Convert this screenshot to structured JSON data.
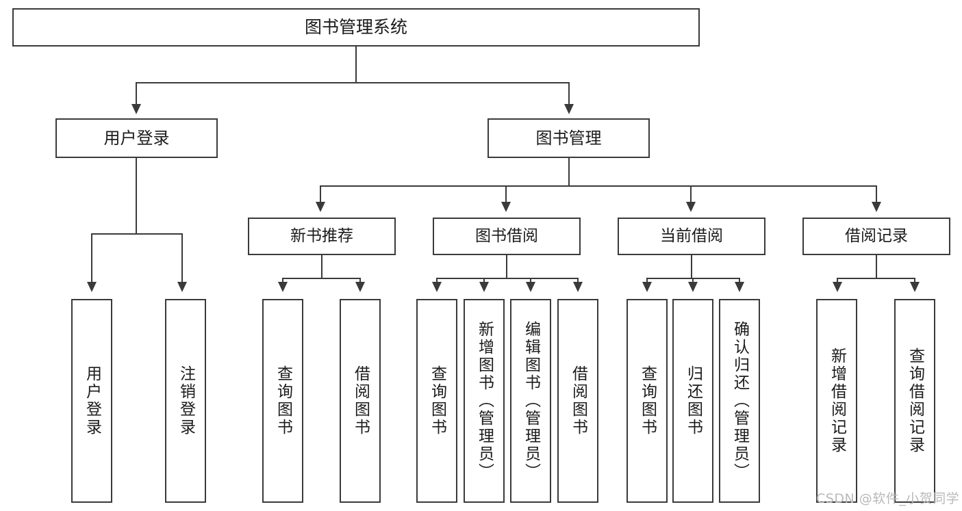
{
  "diagram": {
    "title": "图书管理系统",
    "type": "tree",
    "root": {
      "label": "图书管理系统"
    },
    "level2": [
      {
        "label": "用户登录"
      },
      {
        "label": "图书管理"
      }
    ],
    "level3": [
      {
        "label": "新书推荐"
      },
      {
        "label": "图书借阅"
      },
      {
        "label": "当前借阅"
      },
      {
        "label": "借阅记录"
      }
    ],
    "leaves": {
      "user_login": [
        {
          "label": "用户登录"
        },
        {
          "label": "注销登录"
        }
      ],
      "new_book_recommend": [
        {
          "label": "查询图书"
        },
        {
          "label": "借阅图书"
        }
      ],
      "book_borrow": [
        {
          "label": "查询图书"
        },
        {
          "label": "新增图书（管理员）"
        },
        {
          "label": "编辑图书（管理员）"
        },
        {
          "label": "借阅图书"
        }
      ],
      "current_borrow": [
        {
          "label": "查询图书"
        },
        {
          "label": "归还图书"
        },
        {
          "label": "确认归还（管理员）"
        }
      ],
      "borrow_record": [
        {
          "label": "新增借阅记录"
        },
        {
          "label": "查询借阅记录"
        }
      ]
    }
  },
  "watermark": {
    "text": "CSDN @软件_小贺同学"
  },
  "colors": {
    "stroke": "#3a3a3a",
    "background": "#ffffff",
    "text": "#1b1b1b",
    "watermark": "#b9b9b9"
  }
}
